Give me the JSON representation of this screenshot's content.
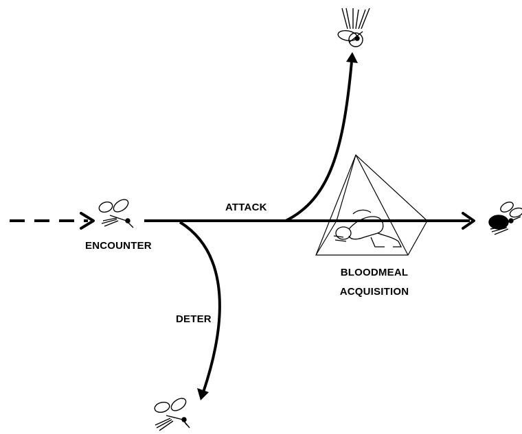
{
  "labels": {
    "encounter": "ENCOUNTER",
    "attack": "ATTACK",
    "bloodmeal_line1": "BLOODMEAL",
    "bloodmeal_line2": "ACQUISITION",
    "deter": "DETER"
  },
  "icons": {
    "start_mosquito": "mosquito-icon",
    "dead_mosquito": "dead-mosquito-icon",
    "fed_mosquito": "blood-fed-mosquito-icon",
    "deterred_mosquito": "mosquito-icon",
    "bednet": "bednet-pyramid-icon",
    "sleeper": "sleeping-person-icon"
  },
  "colors": {
    "ink": "#000000",
    "blood": "#000000"
  }
}
